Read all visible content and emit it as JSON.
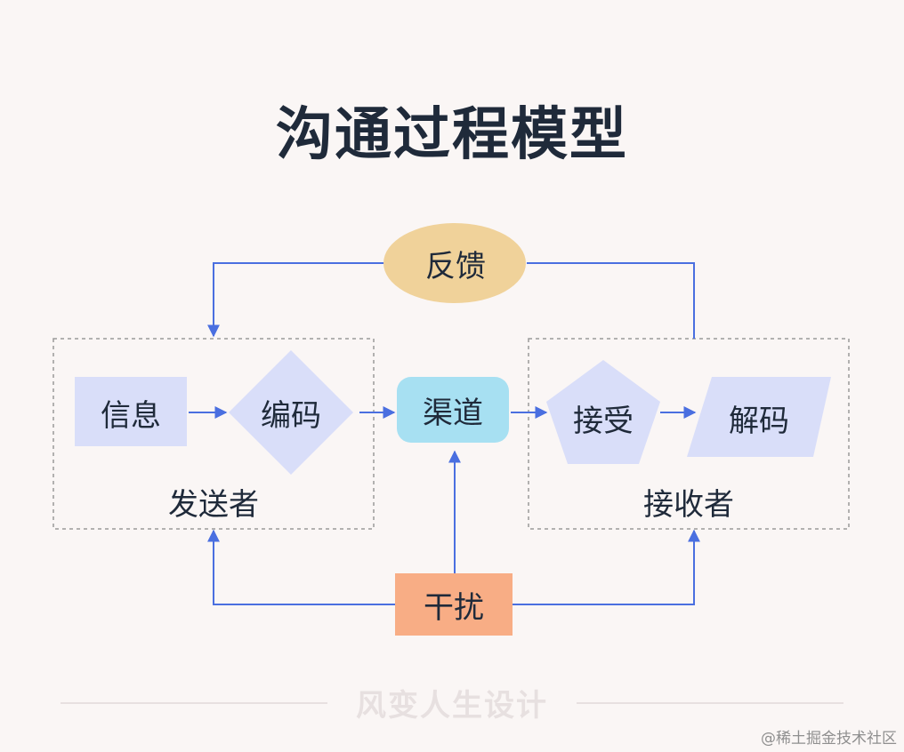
{
  "title": "沟通过程模型",
  "nodes": {
    "feedback": "反馈",
    "message": "信息",
    "encode": "编码",
    "channel": "渠道",
    "receive": "接受",
    "decode": "解码",
    "noise": "干扰"
  },
  "groups": {
    "sender": "发送者",
    "receiver": "接收者"
  },
  "colors": {
    "arrow": "#4a6fe0",
    "feedback_fill": "#f0d29a",
    "channel_fill": "#a7e0f2",
    "noise_fill": "#f8ad85",
    "shape_fill": "#d9def9",
    "group_border": "#9a9a9a"
  },
  "footer": "风变人生设计",
  "watermark": "@稀土掘金技术社区"
}
